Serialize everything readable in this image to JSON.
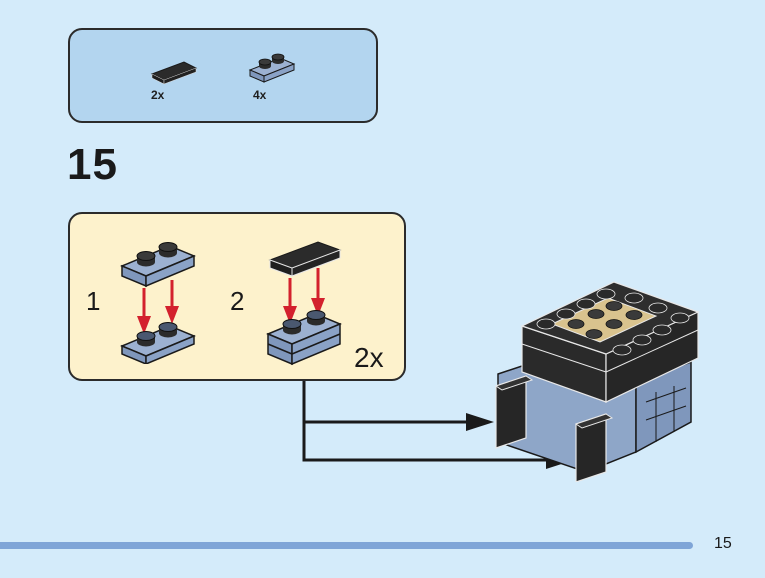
{
  "page": {
    "step_number": "15",
    "page_number": "15",
    "background_color": "#d4ebfa",
    "accent_bar_color": "#7fa5d7"
  },
  "parts_list": {
    "background_color": "#b3d5ef",
    "items": [
      {
        "part": "tile 1x2 black",
        "icon": "black-tile-1x2-icon",
        "quantity": "2x"
      },
      {
        "part": "plate 1x2 sand blue",
        "icon": "blue-plate-1x2-icon",
        "quantity": "4x"
      }
    ]
  },
  "sub_assembly": {
    "background_color": "#fdf2cc",
    "steps": [
      {
        "number": "1",
        "description": "stack 1x2 plate onto 1x2 plate"
      },
      {
        "number": "2",
        "description": "attach black 1x2 tile on top"
      }
    ],
    "multiplier": "2x",
    "arrow_color": "#d3212d"
  },
  "model": {
    "description": "brick-built character head with tan top studs and black side blocks",
    "colors": {
      "black": "#2a2a2a",
      "tan": "#d9c38e",
      "sand_blue": "#8ea6c8"
    }
  }
}
